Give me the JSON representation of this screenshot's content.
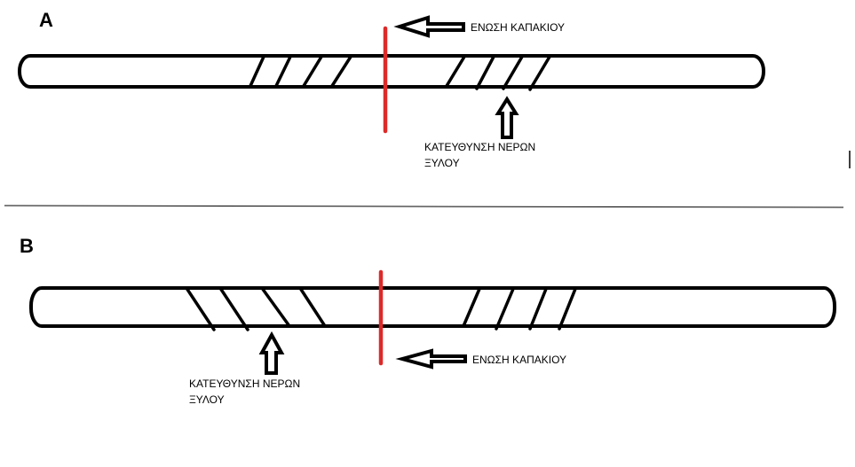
{
  "panel_a": {
    "letter": "A",
    "joint_label": "ΕΝΩΣΗ  ΚΑΠΑΚΙΟΥ",
    "grain_label_line1": "ΚΑΤΕΥΘΥΝΣΗ ΝΕΡΩΝ",
    "grain_label_line2": "ΞΥΛΟΥ"
  },
  "panel_b": {
    "letter": "B",
    "joint_label": "ΕΝΩΣΗ  ΚΑΠΑΚΙΟΥ",
    "grain_label_line1": "ΚΑΤΕΥΘΥΝΣΗ ΝΕΡΩΝ",
    "grain_label_line2": "ΞΥΛΟΥ"
  },
  "colors": {
    "joint_line": "#dd2a2a",
    "stroke": "#000000"
  }
}
